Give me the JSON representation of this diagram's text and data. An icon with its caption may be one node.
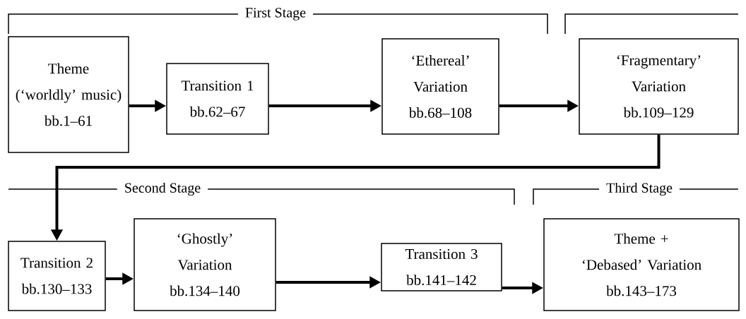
{
  "diagram": {
    "nodes": [
      {
        "text": [
          "Theme",
          "(‘worldly’ music)",
          "bb.1–61"
        ]
      },
      {
        "text": [
          "Transition 1",
          "bb.62–67"
        ]
      },
      {
        "text": [
          "‘Ethereal’ Variation",
          "bb.68–108"
        ]
      },
      {
        "text": [
          "‘Fragmentary’ Variation",
          "bb.109–129"
        ]
      },
      {
        "text": [
          "Transition 2",
          "bb.130–133"
        ]
      },
      {
        "text": [
          "‘Ghostly’ Variation",
          "bb.134–140"
        ]
      },
      {
        "text": [
          "Transition 3",
          "bb.141–142"
        ]
      },
      {
        "text": [
          "Theme +",
          "‘Debased’ Variation",
          "bb.143–173"
        ]
      }
    ],
    "edges": [
      {
        "from": 0,
        "to": 1,
        "arrow": "to"
      },
      {
        "from": 1,
        "to": 2,
        "arrow": "to"
      },
      {
        "from": 2,
        "to": 3,
        "arrow": "to"
      },
      {
        "from": 3,
        "to": 4,
        "arrow": "to"
      },
      {
        "from": 4,
        "to": 5,
        "arrow": "to"
      },
      {
        "from": 5,
        "to": 6,
        "arrow": "to"
      },
      {
        "from": 6,
        "to": 7,
        "arrow": "to"
      }
    ],
    "labels": [
      "First Stage",
      "Second Stage",
      "Third Stage"
    ]
  }
}
